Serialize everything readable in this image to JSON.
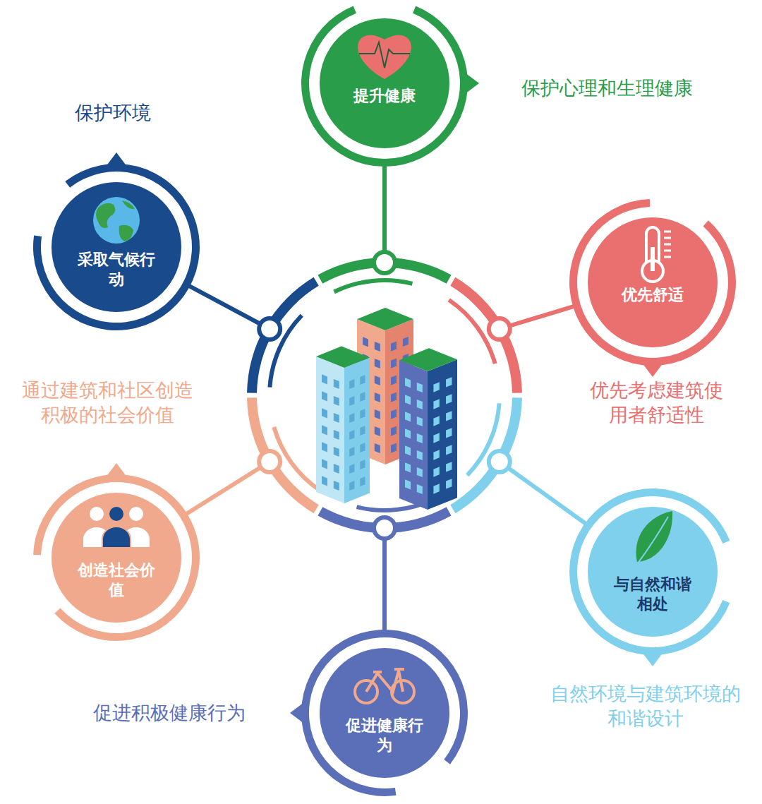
{
  "diagram": {
    "nodes": [
      {
        "text": [
          "提升健康",
          "保护心理和生理健康"
        ]
      },
      {
        "text": [
          "采取气候行动",
          "保护环境"
        ]
      },
      {
        "text": [
          "优先舒适",
          "优先考虑建筑使用者舒适性"
        ]
      },
      {
        "text": [
          "创造社会价值",
          "通过建筑和社区创造积极的社会价值"
        ]
      },
      {
        "text": [
          "与自然和谐相处",
          "自然环境与建筑环境的和谐设计"
        ]
      },
      {
        "text": [
          "促进健康行为",
          "促进积极健康行为"
        ]
      }
    ]
  }
}
